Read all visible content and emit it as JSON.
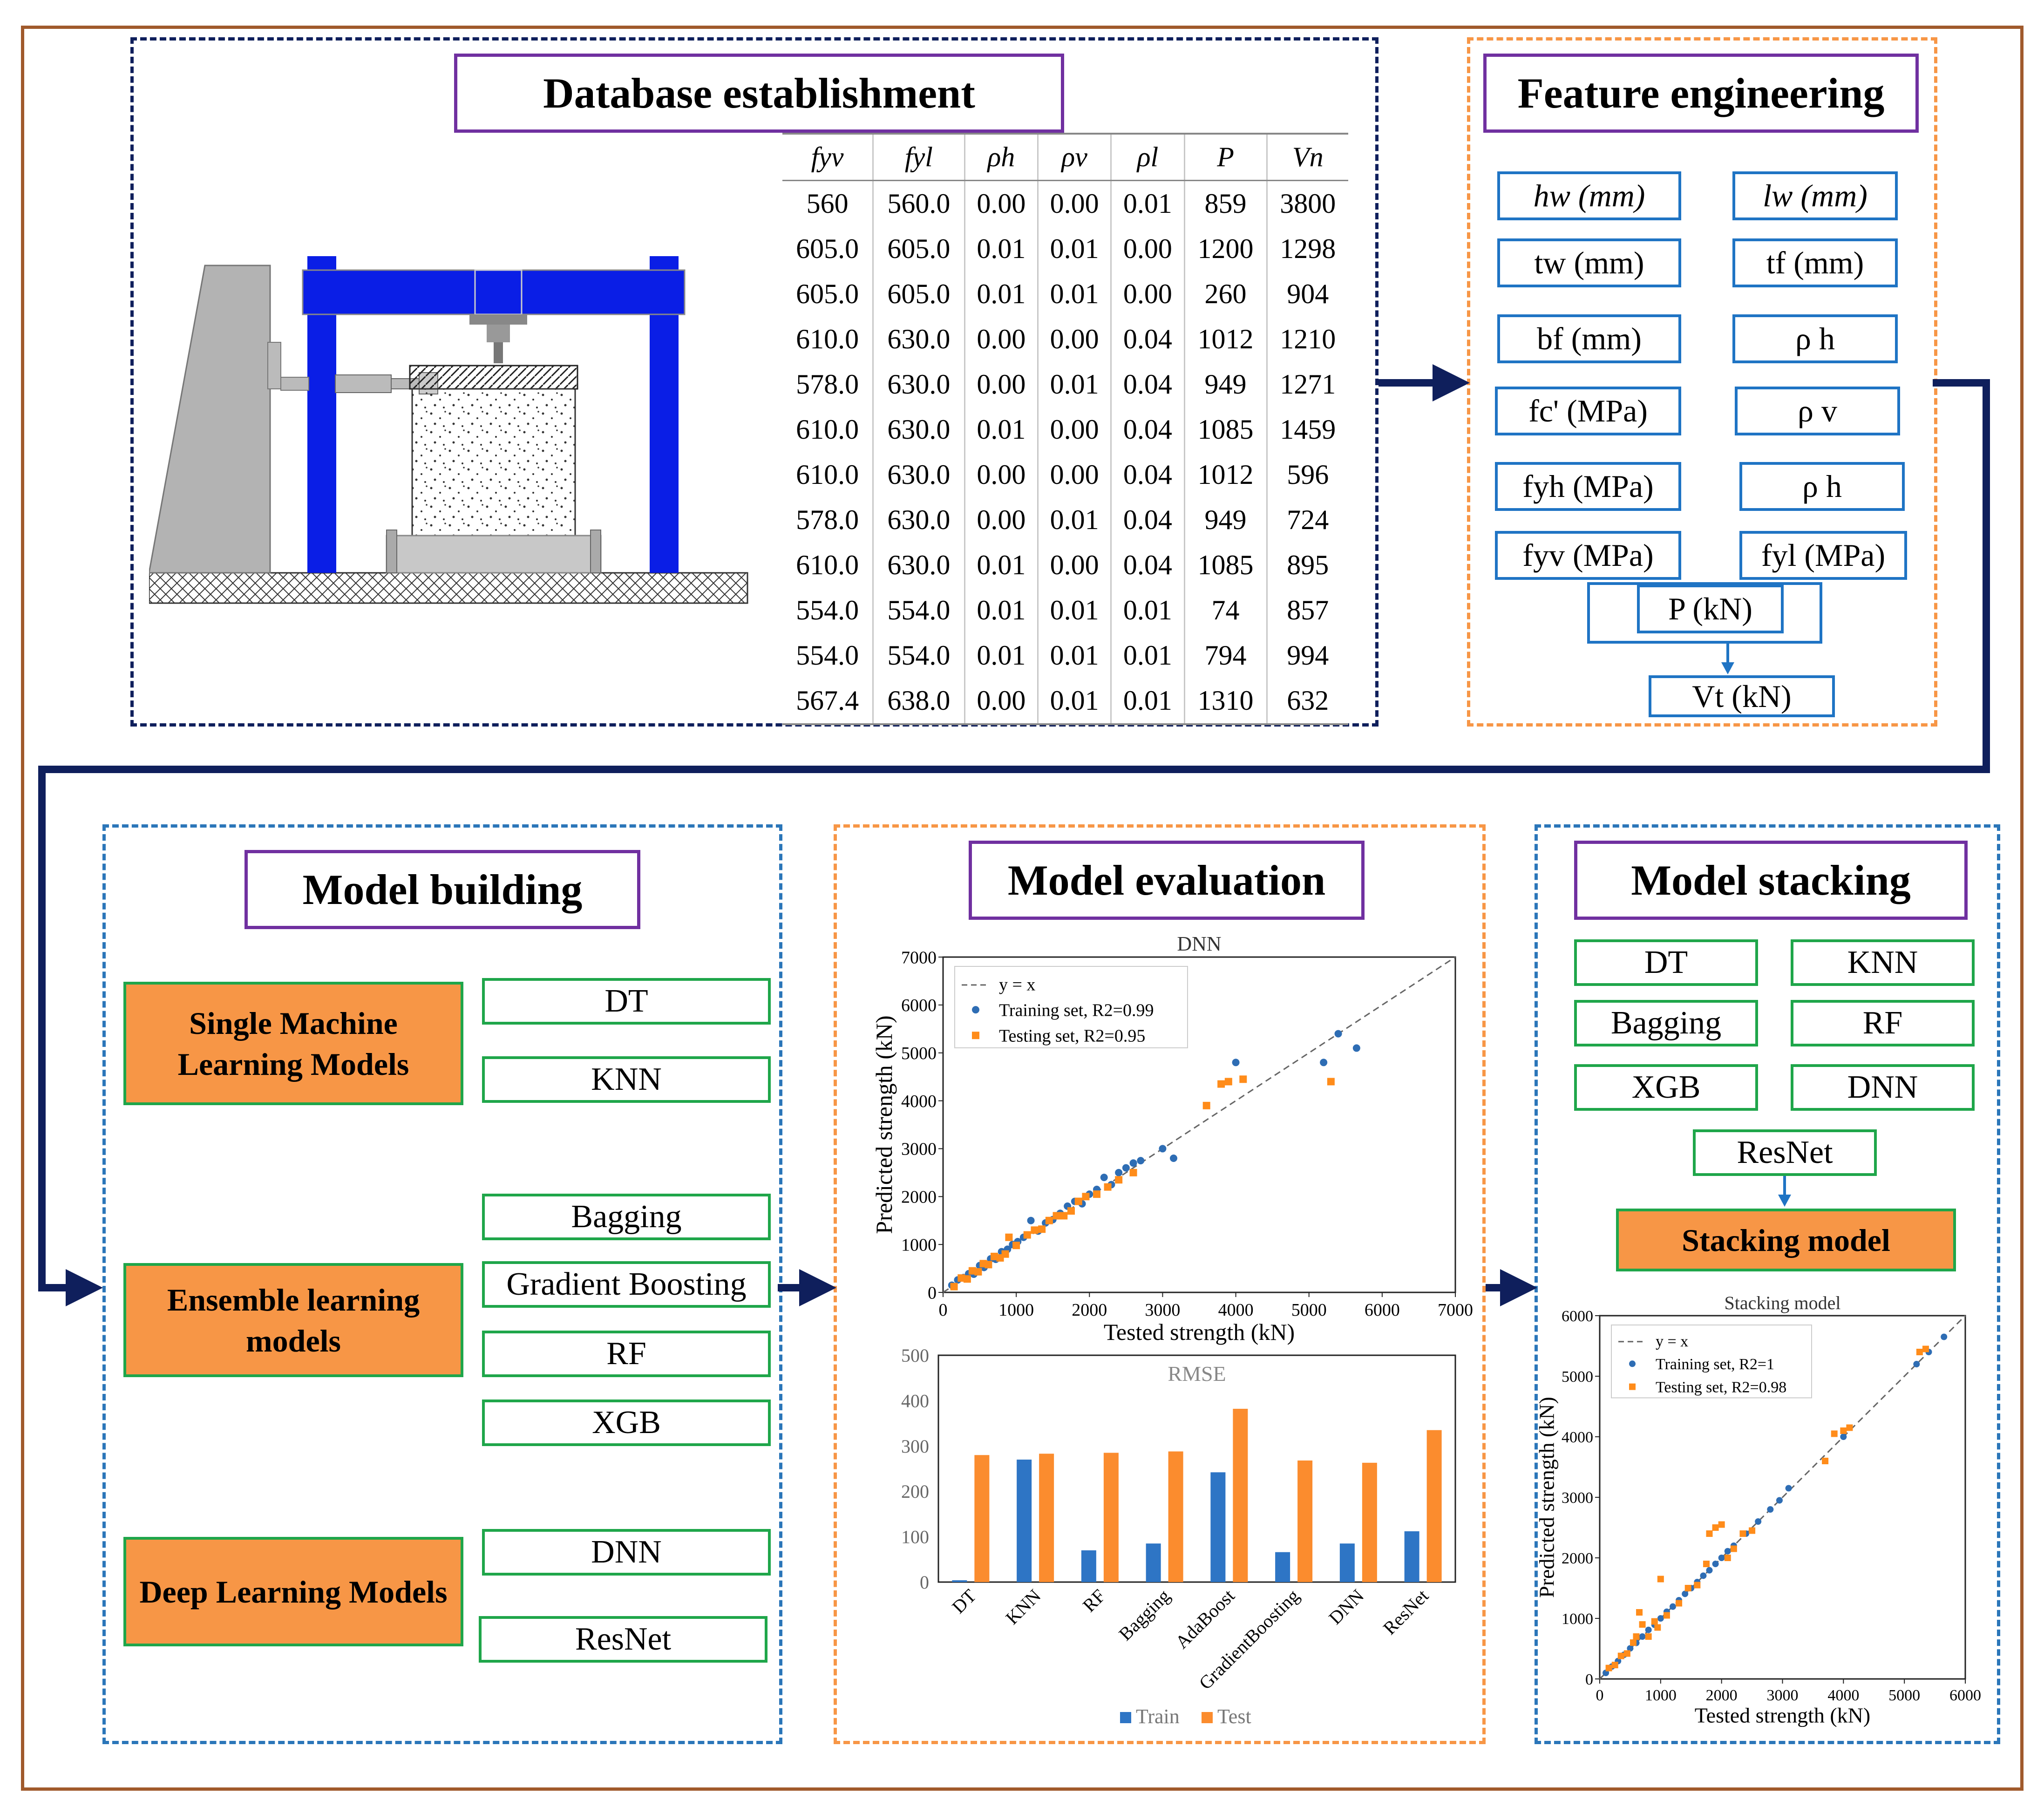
{
  "sections": {
    "database": "Database establishment",
    "feature": "Feature engineering",
    "building": "Model building",
    "evaluation": "Model evaluation",
    "stacking": "Model stacking"
  },
  "database_table": {
    "headers": [
      "fyv",
      "fyl",
      "ρh",
      "ρv",
      "ρl",
      "P",
      "Vn"
    ],
    "rows": [
      [
        "560",
        "560.0",
        "0.00",
        "0.00",
        "0.01",
        "859",
        "3800"
      ],
      [
        "605.0",
        "605.0",
        "0.01",
        "0.01",
        "0.00",
        "1200",
        "1298"
      ],
      [
        "605.0",
        "605.0",
        "0.01",
        "0.01",
        "0.00",
        "260",
        "904"
      ],
      [
        "610.0",
        "630.0",
        "0.00",
        "0.00",
        "0.04",
        "1012",
        "1210"
      ],
      [
        "578.0",
        "630.0",
        "0.00",
        "0.01",
        "0.04",
        "949",
        "1271"
      ],
      [
        "610.0",
        "630.0",
        "0.01",
        "0.00",
        "0.04",
        "1085",
        "1459"
      ],
      [
        "610.0",
        "630.0",
        "0.00",
        "0.00",
        "0.04",
        "1012",
        "596"
      ],
      [
        "578.0",
        "630.0",
        "0.00",
        "0.01",
        "0.04",
        "949",
        "724"
      ],
      [
        "610.0",
        "630.0",
        "0.01",
        "0.00",
        "0.04",
        "1085",
        "895"
      ],
      [
        "554.0",
        "554.0",
        "0.01",
        "0.01",
        "0.01",
        "74",
        "857"
      ],
      [
        "554.0",
        "554.0",
        "0.01",
        "0.01",
        "0.01",
        "794",
        "994"
      ],
      [
        "567.4",
        "638.0",
        "0.00",
        "0.01",
        "0.01",
        "1310",
        "632"
      ]
    ]
  },
  "features": {
    "hw": "hw  (mm)",
    "lw": "lw (mm)",
    "tw": "tw (mm)",
    "tf": "tf (mm)",
    "bf": "bf (mm)",
    "rho_h1": "ρ h",
    "fc": "fc' (MPa)",
    "rho_v": "ρ v",
    "fyh": "fyh (MPa)",
    "rho_h2": "ρ h",
    "fyv": "fyv (MPa)",
    "fyl": "fyl (MPa)",
    "p": "P (kN)",
    "vt": "Vt (kN)"
  },
  "building": {
    "single": "Single Machine Learning Models",
    "ensemble": "Ensemble learning models",
    "deep": "Deep  Learning Models",
    "models": [
      "DT",
      "KNN",
      "Bagging",
      "Gradient Boosting",
      "RF",
      "XGB",
      "DNN",
      "ResNet"
    ]
  },
  "stacking_boxes": [
    "DT",
    "KNN",
    "Bagging",
    "RF",
    "XGB",
    "DNN",
    "ResNet"
  ],
  "stacking_model_label": "Stacking model",
  "chart_data": [
    {
      "type": "scatter",
      "title": "DNN",
      "xlabel": "Tested strength (kN)",
      "ylabel": "Predicted strength (kN)",
      "xlim": [
        0,
        7000
      ],
      "ylim": [
        0,
        7000
      ],
      "xticks": [
        0,
        1000,
        2000,
        3000,
        4000,
        5000,
        6000,
        7000
      ],
      "yticks": [
        0,
        1000,
        2000,
        3000,
        4000,
        5000,
        6000,
        7000
      ],
      "legend_position": "top-left",
      "reference_line": "y = x",
      "series": [
        {
          "name": "Training set, R2=0.99",
          "color": "#2e6db4",
          "points": [
            [
              120,
              150
            ],
            [
              200,
              260
            ],
            [
              280,
              310
            ],
            [
              350,
              390
            ],
            [
              420,
              380
            ],
            [
              500,
              560
            ],
            [
              560,
              520
            ],
            [
              650,
              700
            ],
            [
              720,
              690
            ],
            [
              800,
              850
            ],
            [
              880,
              900
            ],
            [
              950,
              1000
            ],
            [
              1020,
              1060
            ],
            [
              1100,
              1150
            ],
            [
              1200,
              1500
            ],
            [
              1300,
              1280
            ],
            [
              1400,
              1450
            ],
            [
              1500,
              1520
            ],
            [
              1600,
              1650
            ],
            [
              1700,
              1800
            ],
            [
              1800,
              1900
            ],
            [
              1900,
              1850
            ],
            [
              2000,
              2050
            ],
            [
              2100,
              2150
            ],
            [
              2200,
              2400
            ],
            [
              2300,
              2250
            ],
            [
              2400,
              2500
            ],
            [
              2500,
              2600
            ],
            [
              2600,
              2700
            ],
            [
              2700,
              2750
            ],
            [
              3000,
              3000
            ],
            [
              3150,
              2800
            ],
            [
              4000,
              4800
            ],
            [
              5200,
              4800
            ],
            [
              5400,
              5400
            ],
            [
              5650,
              5100
            ]
          ]
        },
        {
          "name": "Testing set, R2=0.95",
          "color": "#ff8c1a",
          "points": [
            [
              150,
              120
            ],
            [
              250,
              300
            ],
            [
              330,
              280
            ],
            [
              400,
              450
            ],
            [
              480,
              430
            ],
            [
              550,
              600
            ],
            [
              620,
              580
            ],
            [
              700,
              750
            ],
            [
              780,
              720
            ],
            [
              850,
              800
            ],
            [
              900,
              1150
            ],
            [
              1000,
              980
            ],
            [
              1150,
              1200
            ],
            [
              1250,
              1300
            ],
            [
              1350,
              1320
            ],
            [
              1450,
              1500
            ],
            [
              1550,
              1600
            ],
            [
              1650,
              1600
            ],
            [
              1750,
              1700
            ],
            [
              1850,
              1900
            ],
            [
              1950,
              2000
            ],
            [
              2100,
              2050
            ],
            [
              2250,
              2200
            ],
            [
              2400,
              2350
            ],
            [
              2600,
              2500
            ],
            [
              3600,
              3900
            ],
            [
              3800,
              4350
            ],
            [
              3900,
              4400
            ],
            [
              4100,
              4450
            ],
            [
              5300,
              4400
            ]
          ]
        }
      ]
    },
    {
      "type": "bar",
      "title": "RMSE",
      "categories": [
        "DT",
        "KNN",
        "RF",
        "Bagging",
        "AdaBoost",
        "GradientBoosting",
        "DNN",
        "ResNet"
      ],
      "ylim": [
        0,
        500
      ],
      "yticks": [
        0,
        100,
        200,
        300,
        400,
        500
      ],
      "legend_position": "bottom",
      "series": [
        {
          "name": "Train",
          "color": "#2e75c5",
          "values": [
            4,
            270,
            70,
            85,
            242,
            66,
            85,
            112
          ]
        },
        {
          "name": "Test",
          "color": "#fb8c2e",
          "values": [
            280,
            283,
            285,
            288,
            382,
            268,
            263,
            335
          ]
        }
      ]
    },
    {
      "type": "scatter",
      "title": "Stacking model",
      "xlabel": "Tested strength (kN)",
      "ylabel": "Predicted strength (kN)",
      "xlim": [
        0,
        6000
      ],
      "ylim": [
        0,
        6000
      ],
      "xticks": [
        0,
        1000,
        2000,
        3000,
        4000,
        5000,
        6000
      ],
      "yticks": [
        0,
        1000,
        2000,
        3000,
        4000,
        5000,
        6000
      ],
      "legend_position": "top-left",
      "reference_line": "y = x",
      "series": [
        {
          "name": "Training set, R2=1",
          "color": "#2e6db4",
          "points": [
            [
              100,
              100
            ],
            [
              200,
              205
            ],
            [
              300,
              295
            ],
            [
              400,
              400
            ],
            [
              500,
              505
            ],
            [
              600,
              595
            ],
            [
              700,
              700
            ],
            [
              800,
              810
            ],
            [
              900,
              895
            ],
            [
              1000,
              1000
            ],
            [
              1100,
              1110
            ],
            [
              1200,
              1195
            ],
            [
              1300,
              1300
            ],
            [
              1400,
              1405
            ],
            [
              1500,
              1500
            ],
            [
              1600,
              1600
            ],
            [
              1700,
              1705
            ],
            [
              1800,
              1795
            ],
            [
              1900,
              1900
            ],
            [
              2000,
              2000
            ],
            [
              2100,
              2110
            ],
            [
              2200,
              2200
            ],
            [
              2400,
              2400
            ],
            [
              2600,
              2600
            ],
            [
              2800,
              2800
            ],
            [
              2950,
              2950
            ],
            [
              3100,
              3150
            ],
            [
              4000,
              4000
            ],
            [
              5200,
              5200
            ],
            [
              5400,
              5400
            ],
            [
              5650,
              5650
            ]
          ]
        },
        {
          "name": "Testing set, R2=0.98",
          "color": "#ff8c1a",
          "points": [
            [
              150,
              180
            ],
            [
              250,
              230
            ],
            [
              350,
              380
            ],
            [
              450,
              420
            ],
            [
              550,
              600
            ],
            [
              600,
              700
            ],
            [
              650,
              1100
            ],
            [
              700,
              900
            ],
            [
              800,
              700
            ],
            [
              900,
              950
            ],
            [
              950,
              850
            ],
            [
              1000,
              1650
            ],
            [
              1100,
              1050
            ],
            [
              1300,
              1250
            ],
            [
              1450,
              1500
            ],
            [
              1600,
              1550
            ],
            [
              1750,
              1900
            ],
            [
              1800,
              2400
            ],
            [
              1900,
              2500
            ],
            [
              2000,
              2550
            ],
            [
              2100,
              2000
            ],
            [
              2200,
              2150
            ],
            [
              2350,
              2400
            ],
            [
              2500,
              2450
            ],
            [
              3700,
              3600
            ],
            [
              3850,
              4050
            ],
            [
              4000,
              4100
            ],
            [
              4100,
              4150
            ],
            [
              5250,
              5400
            ],
            [
              5350,
              5450
            ]
          ]
        }
      ]
    }
  ]
}
